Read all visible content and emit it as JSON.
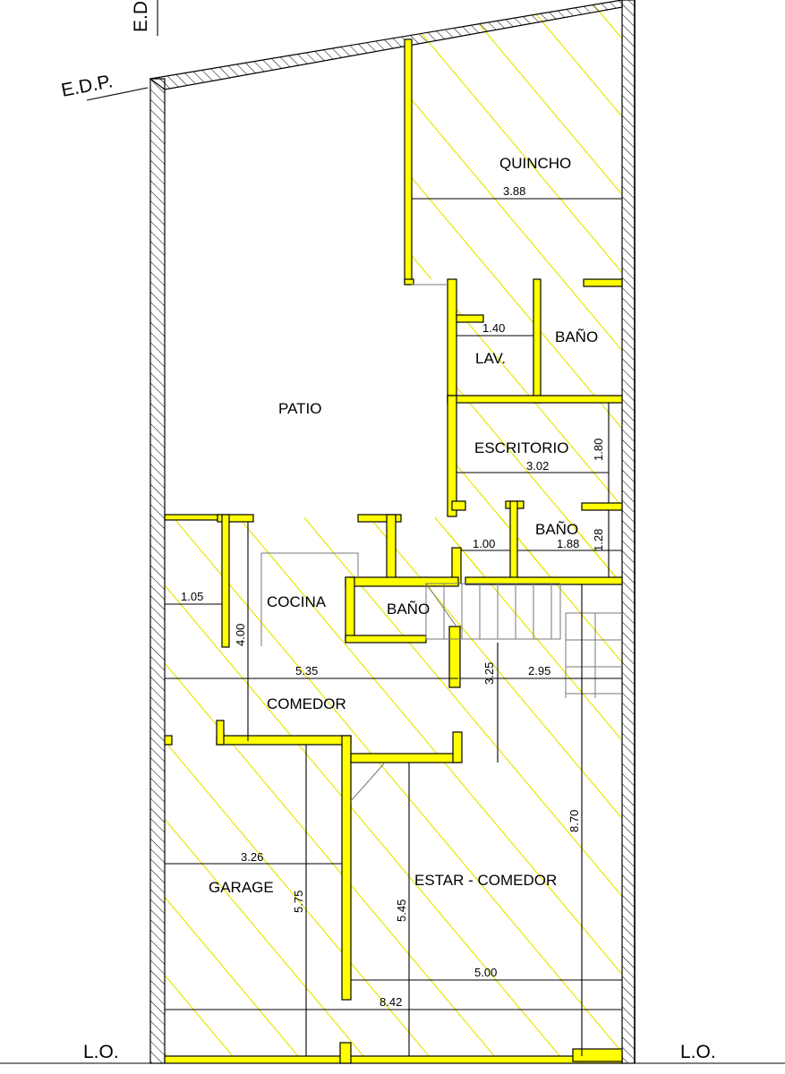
{
  "rooms": {
    "quincho": "QUINCHO",
    "bano_top": "BAÑO",
    "lav": "LAV.",
    "patio": "PATIO",
    "escritorio": "ESCRITORIO",
    "bano_mid": "BAÑO",
    "cocina": "COCINA",
    "bano_small": "BAÑO",
    "comedor": "COMEDOR",
    "garage": "GARAGE",
    "estar_comedor": "ESTAR - COMEDOR"
  },
  "dimensions": {
    "quincho_width": "3.88",
    "lav_width": "1.40",
    "escritorio_width": "3.02",
    "escritorio_depth": "1.80",
    "bano_mid_a": "1.00",
    "bano_mid_b": "1.88",
    "bano_mid_depth": "1.28",
    "cocina_offset": "1.05",
    "cocina_depth": "4.00",
    "comedor_width": "5.35",
    "stair_depth": "3.25",
    "stair_width": "2.95",
    "garage_width": "3.26",
    "garage_depth": "5.75",
    "estar_depth": "5.45",
    "total_depth": "8.70",
    "estar_width": "5.00",
    "total_width": "8.42"
  },
  "markers": {
    "edp": "E.D.P.",
    "ed_top": "E.D",
    "lo_left": "L.O.",
    "lo_right": "L.O."
  },
  "colors": {
    "highlight": "#ffff00",
    "hatch": "#e6e600",
    "line": "#000000"
  }
}
